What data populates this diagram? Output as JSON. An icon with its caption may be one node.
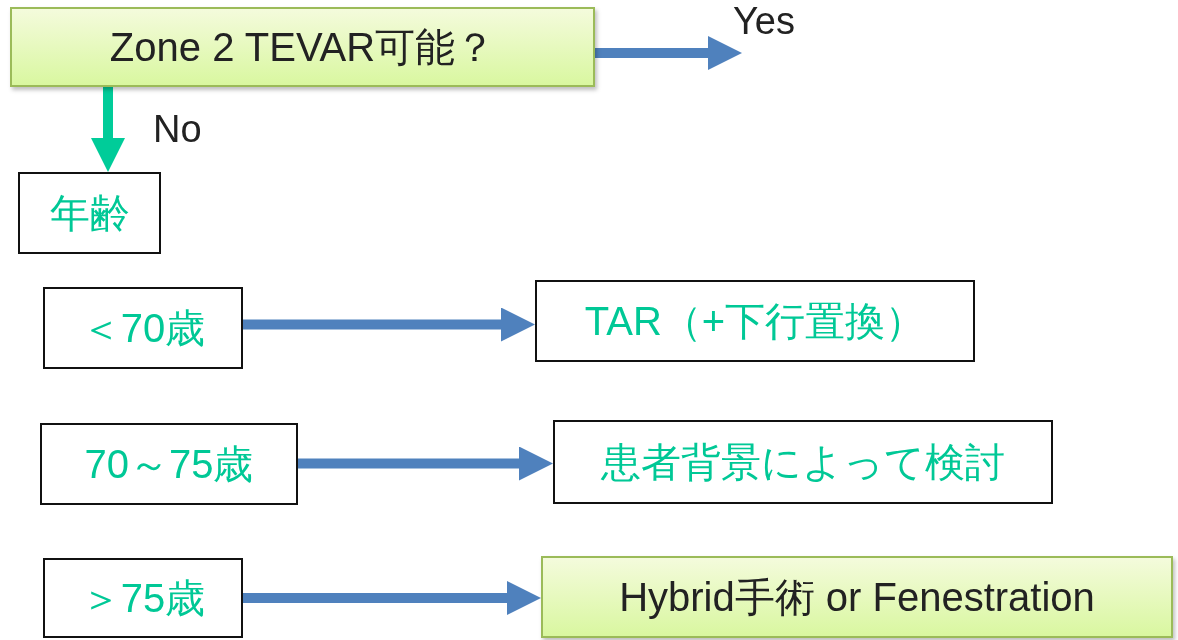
{
  "diagram": {
    "nodes": [
      {
        "text": [
          "Zone 2 TEVAR可能？"
        ]
      },
      {
        "text": [
          "年齢"
        ]
      },
      {
        "text": [
          "＜70歳"
        ]
      },
      {
        "text": [
          "TAR（+下行置換）"
        ]
      },
      {
        "text": [
          "70～75歳"
        ]
      },
      {
        "text": [
          "患者背景によって検討"
        ]
      },
      {
        "text": [
          "＞75歳"
        ]
      },
      {
        "text": [
          "Hybrid手術 or Fenestration"
        ]
      }
    ],
    "edges": [
      {
        "from": 0,
        "to": null,
        "arrow": "to",
        "label": "Yes"
      },
      {
        "from": 0,
        "to": 1,
        "arrow": "to",
        "label": "No",
        "color": "#00cc99"
      },
      {
        "from": 2,
        "to": 3,
        "arrow": "to"
      },
      {
        "from": 4,
        "to": 5,
        "arrow": "to"
      },
      {
        "from": 6,
        "to": 7,
        "arrow": "to"
      }
    ]
  }
}
